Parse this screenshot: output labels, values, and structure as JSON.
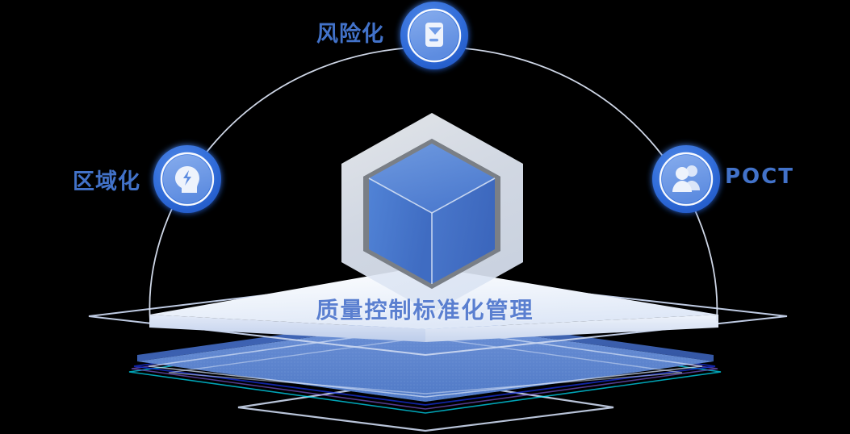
{
  "diagram": {
    "title": "质量控制标准化管理",
    "center": {
      "icon": "cube-icon",
      "frame": "hexagon-outline"
    },
    "platform": {
      "label": "质量控制标准化管理",
      "top_plate": "white-plate",
      "base_layers": "stacked-blue-layers",
      "wireframe": "diamond-outline"
    },
    "nodes": [
      {
        "id": "risk",
        "label": "风险化",
        "icon": "clipboard-icon",
        "position": "top"
      },
      {
        "id": "region",
        "label": "区域化",
        "icon": "brain-head-icon",
        "position": "left"
      },
      {
        "id": "poct",
        "label": "POCT",
        "icon": "users-icon",
        "position": "right"
      }
    ],
    "connector": "arc-line",
    "colors": {
      "background": "#000000",
      "label_blue": "#4272c9",
      "title_blue": "#5a7fd0",
      "node_outer": "#2f6fdc",
      "node_inner": "#6e9ce8",
      "cube_blue": "#4a7fd4",
      "plate_white": "#f4f7fc",
      "base_blue": "#3f66b8",
      "line_white": "#d8e0f2"
    }
  }
}
